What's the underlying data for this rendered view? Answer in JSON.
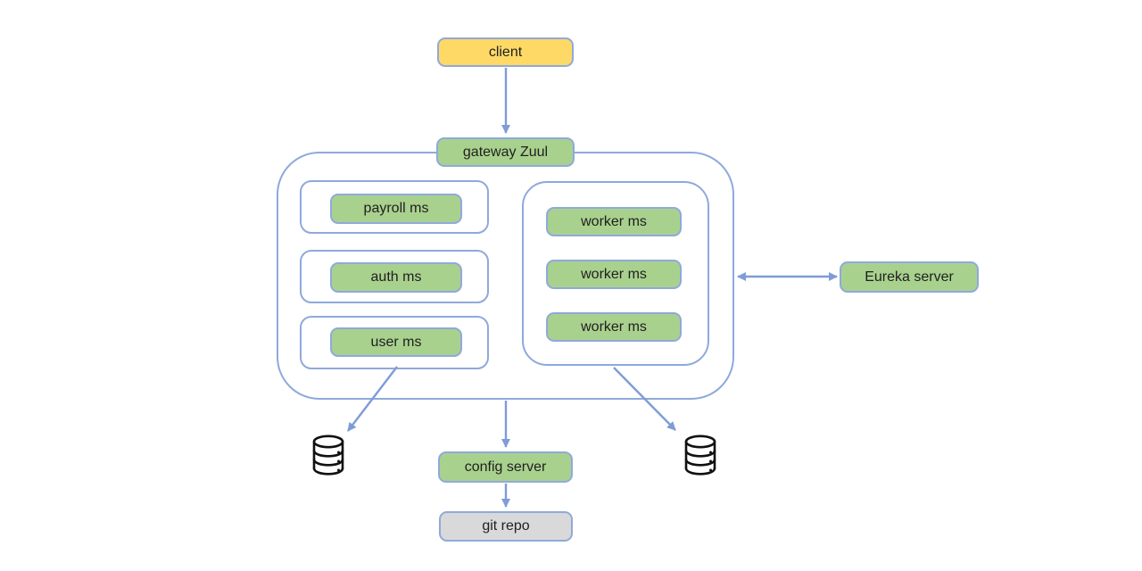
{
  "diagram": {
    "type": "microservices-architecture",
    "background": "#FFFFFF",
    "colors": {
      "node_green": "#A9D18E",
      "node_yellow": "#FFD966",
      "node_gray": "#D9D9D9",
      "border_blue": "#8FA9DC",
      "arrow_blue": "#7E9CD7",
      "icon_black": "#111111",
      "text": "#1F1F1F"
    },
    "nodes": {
      "client": {
        "label": "client",
        "fill": "#FFD966"
      },
      "gateway": {
        "label": "gateway Zuul",
        "fill": "#A9D18E"
      },
      "payroll": {
        "label": "payroll ms",
        "fill": "#A9D18E"
      },
      "auth": {
        "label": "auth ms",
        "fill": "#A9D18E"
      },
      "user": {
        "label": "user ms",
        "fill": "#A9D18E"
      },
      "workers": [
        {
          "label": "worker ms",
          "fill": "#A9D18E"
        },
        {
          "label": "worker ms",
          "fill": "#A9D18E"
        },
        {
          "label": "worker ms",
          "fill": "#A9D18E"
        }
      ],
      "eureka": {
        "label": "Eureka server",
        "fill": "#A9D18E"
      },
      "config": {
        "label": "config server",
        "fill": "#A9D18E"
      },
      "git": {
        "label": "git repo",
        "fill": "#D9D9D9"
      }
    },
    "icons": {
      "database_left": "database-icon",
      "database_right": "database-icon"
    },
    "edges": [
      {
        "from": "client",
        "to": "gateway-zuul",
        "style": "arrow"
      },
      {
        "from": "app-container",
        "to": "eureka-server",
        "style": "double-arrow"
      },
      {
        "from": "user-ms",
        "to": "database-left",
        "style": "arrow"
      },
      {
        "from": "app-container",
        "to": "config-server",
        "style": "arrow"
      },
      {
        "from": "worker-group",
        "to": "database-right",
        "style": "arrow"
      },
      {
        "from": "config-server",
        "to": "git-repo",
        "style": "arrow"
      }
    ]
  }
}
